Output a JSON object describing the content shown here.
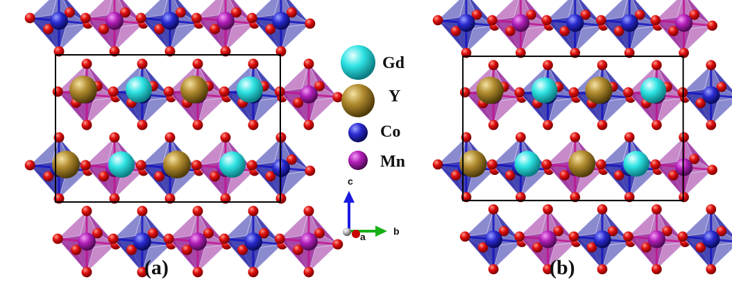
{
  "panels": [
    {
      "label": "(a)"
    },
    {
      "label": "(b)"
    }
  ],
  "legend": [
    {
      "label": "Gd",
      "color": "#2fe3e3"
    },
    {
      "label": "Y",
      "color": "#b08a2e"
    },
    {
      "label": "Co",
      "color": "#2a2ad0"
    },
    {
      "label": "Mn",
      "color": "#b21eb8"
    }
  ],
  "axes": {
    "c": "c",
    "b": "b",
    "a": "a",
    "colors": {
      "c": "#1a1ae0",
      "b": "#18b018",
      "a": "#c80000"
    }
  },
  "colors": {
    "oxygen": "#e01010",
    "co_octa": "#2a2aa8",
    "mn_octa": "#9a2a9a",
    "cell_line": "#000000"
  }
}
